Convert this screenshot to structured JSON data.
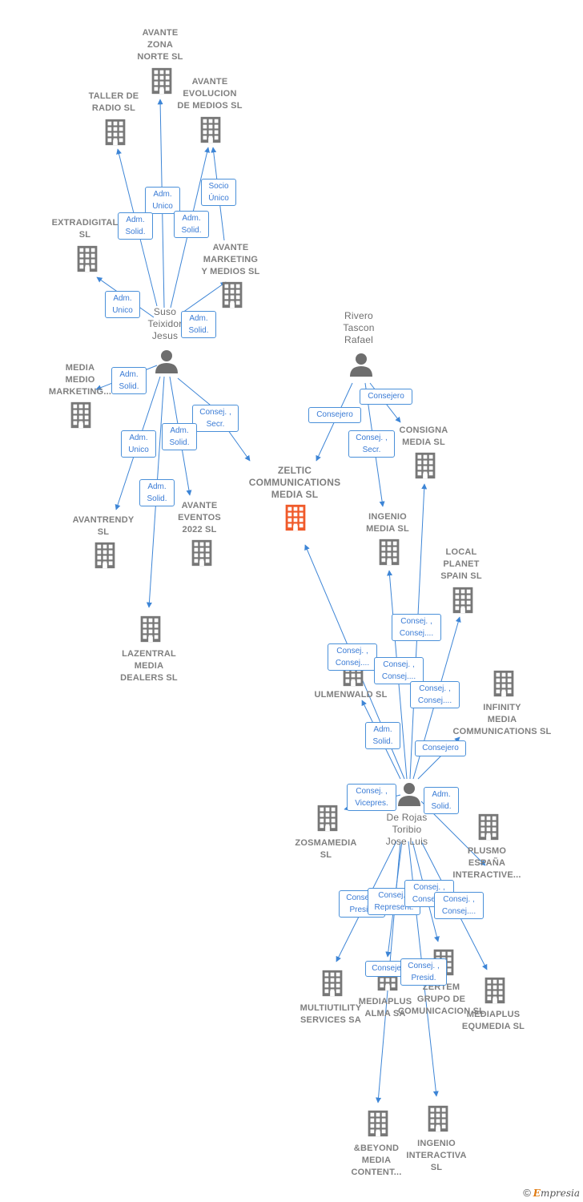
{
  "nodes": {
    "avante_zona_norte": {
      "label": "AVANTE\nZONA\nNORTE  SL",
      "type": "company"
    },
    "taller_de_radio": {
      "label": "TALLER DE\nRADIO SL",
      "type": "company"
    },
    "avante_evolucion": {
      "label": "AVANTE\nEVOLUCION\nDE MEDIOS  SL",
      "type": "company"
    },
    "extradigital": {
      "label": "EXTRADIGITAL\nSL",
      "type": "company"
    },
    "avante_marketing": {
      "label": "AVANTE\nMARKETING\nY MEDIOS  SL",
      "type": "company"
    },
    "suso_teixidor": {
      "label": "Suso\nTeixidor\nJesus",
      "type": "person"
    },
    "media_medio_marketing": {
      "label": "MEDIA\nMEDIO\nMARKETING...",
      "type": "company"
    },
    "rivero_tascon": {
      "label": "Rivero\nTascon\nRafael",
      "type": "person"
    },
    "consigna_media": {
      "label": "CONSIGNA\nMEDIA SL",
      "type": "company"
    },
    "zeltic": {
      "label": "ZELTIC\nCOMMUNICATIONS\nMEDIA  SL",
      "type": "main"
    },
    "avantrendy": {
      "label": "AVANTRENDY\nSL",
      "type": "company"
    },
    "avante_eventos": {
      "label": "AVANTE\nEVENTOS\n2022  SL",
      "type": "company"
    },
    "ingenio_media": {
      "label": "INGENIO\nMEDIA SL",
      "type": "company"
    },
    "local_planet": {
      "label": "LOCAL\nPLANET\nSPAIN  SL",
      "type": "company"
    },
    "lazentral": {
      "label": "LAZENTRAL\nMEDIA\nDEALERS  SL",
      "type": "company"
    },
    "ulmenwald": {
      "label": "ULMENWALD SL",
      "type": "company"
    },
    "infinity_media": {
      "label": "INFINITY\nMEDIA\nCOMMUNICATIONS SL",
      "type": "company"
    },
    "de_rojas": {
      "label": "De Rojas\nToribio\nJose Luis",
      "type": "person"
    },
    "zosmamedia": {
      "label": "ZOSMAMEDIA\nSL",
      "type": "company"
    },
    "plusmo": {
      "label": "PLUSMO\nESPAÑA\nINTERACTIVE...",
      "type": "company"
    },
    "multiutility": {
      "label": "MULTIUTILITY\nSERVICES SA",
      "type": "company"
    },
    "mediaplus_alma": {
      "label": "MEDIAPLUS\nALMA SA",
      "type": "company"
    },
    "zertem": {
      "label": "ZERTEM\nGRUPO DE\nCOMUNICACION SL",
      "type": "company"
    },
    "mediaplus_equmedia": {
      "label": "MEDIAPLUS\nEQUMEDIA  SL",
      "type": "company"
    },
    "beyond_media": {
      "label": "&BEYOND\nMEDIA\nCONTENT...",
      "type": "company"
    },
    "ingenio_interactiva": {
      "label": "INGENIO\nINTERACTIVA\nSL",
      "type": "company"
    }
  },
  "edges": [
    {
      "from": "suso_teixidor",
      "to": "avante_zona_norte",
      "role": "Adm.\nUnico"
    },
    {
      "from": "suso_teixidor",
      "to": "taller_de_radio",
      "role": "Adm.\nSolid."
    },
    {
      "from": "suso_teixidor",
      "to": "avante_evolucion",
      "role": "Adm.\nSolid."
    },
    {
      "from": "avante_marketing",
      "to": "avante_evolucion",
      "role": "Socio\nÚnico"
    },
    {
      "from": "suso_teixidor",
      "to": "extradigital",
      "role": "Adm.\nUnico"
    },
    {
      "from": "suso_teixidor",
      "to": "avante_marketing",
      "role": "Adm.\nSolid."
    },
    {
      "from": "suso_teixidor",
      "to": "media_medio_marketing",
      "role": "Adm.\nSolid."
    },
    {
      "from": "suso_teixidor",
      "to": "zeltic",
      "role": "Consej. ,\nSecr."
    },
    {
      "from": "suso_teixidor",
      "to": "avantrendy",
      "role": "Adm.\nUnico"
    },
    {
      "from": "suso_teixidor",
      "to": "avante_eventos",
      "role": "Adm.\nSolid."
    },
    {
      "from": "suso_teixidor",
      "to": "lazentral",
      "role": "Adm.\nSolid."
    },
    {
      "from": "rivero_tascon",
      "to": "zeltic",
      "role": "Consejero"
    },
    {
      "from": "rivero_tascon",
      "to": "consigna_media",
      "role": "Consejero"
    },
    {
      "from": "rivero_tascon",
      "to": "ingenio_media",
      "role": "Consej. ,\nSecr."
    },
    {
      "from": "de_rojas",
      "to": "zeltic",
      "role": "Consej. ,\nConsej...."
    },
    {
      "from": "de_rojas",
      "to": "consigna_media",
      "role": "Consej. ,\nConsej...."
    },
    {
      "from": "de_rojas",
      "to": "ingenio_media",
      "role": "Consej. ,\nConsej...."
    },
    {
      "from": "de_rojas",
      "to": "local_planet",
      "role": "Consej. ,\nConsej...."
    },
    {
      "from": "de_rojas",
      "to": "ulmenwald",
      "role": "Adm.\nSolid."
    },
    {
      "from": "de_rojas",
      "to": "infinity_media",
      "role": "Consejero"
    },
    {
      "from": "de_rojas",
      "to": "zosmamedia",
      "role": "Consej. ,\nVicepres."
    },
    {
      "from": "de_rojas",
      "to": "plusmo",
      "role": "Adm.\nSolid."
    },
    {
      "from": "de_rojas",
      "to": "multiutility",
      "role": "Consej. ,\nPresid."
    },
    {
      "from": "de_rojas",
      "to": "mediaplus_alma",
      "role": "Consej. ,\nRepresent."
    },
    {
      "from": "de_rojas",
      "to": "zertem",
      "role": "Consej. ,\nConsej...."
    },
    {
      "from": "de_rojas",
      "to": "mediaplus_equmedia",
      "role": "Consej. ,\nConsej...."
    },
    {
      "from": "de_rojas",
      "to": "beyond_media",
      "role": "Consejero"
    },
    {
      "from": "de_rojas",
      "to": "ingenio_interactiva",
      "role": "Consej. ,\nPresid."
    }
  ],
  "colors": {
    "company_icon": "#777777",
    "main_icon": "#f05a2a",
    "person_icon": "#6e6e6e",
    "edge": "#3d85d6",
    "label": "#7f7f7f"
  },
  "footer": {
    "copyright": "©",
    "brand_initial": "E",
    "brand_rest": "mpresia"
  }
}
